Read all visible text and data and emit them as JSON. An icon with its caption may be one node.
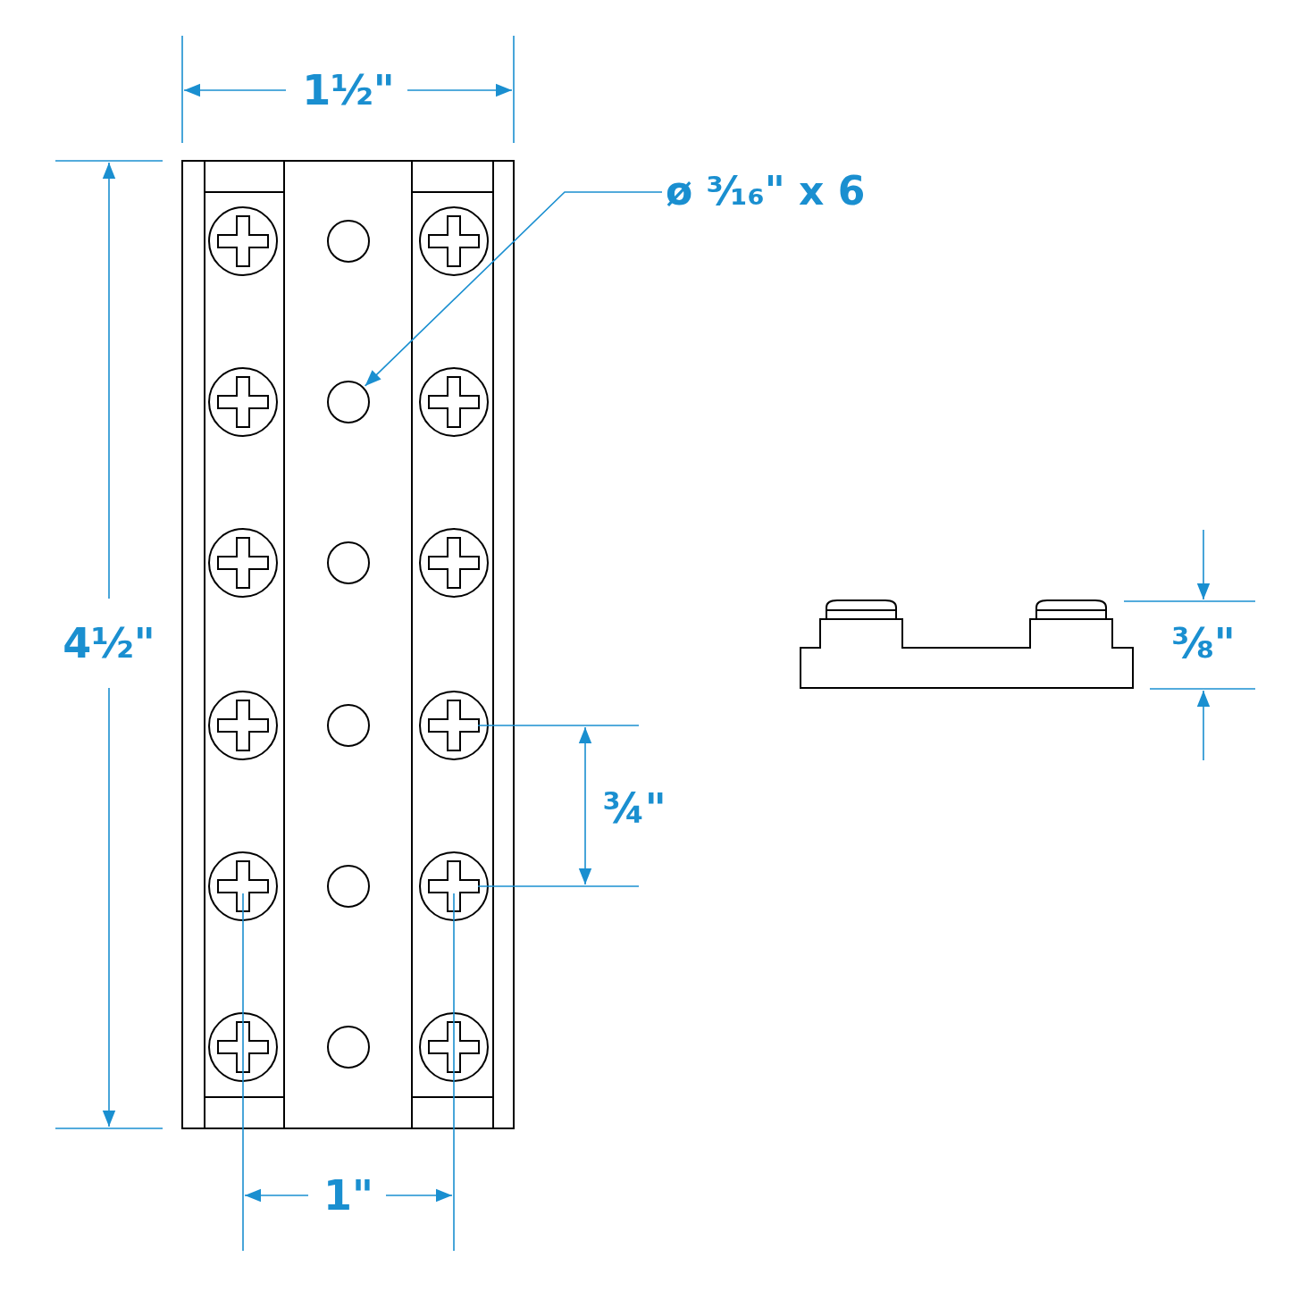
{
  "diagram": {
    "nodes": [
      {
        "text": [
          "ø ³⁄₁₆\" x 6"
        ]
      },
      {
        "text": [],
        "shape": "circle"
      }
    ],
    "edges": [
      {
        "from": 0,
        "to": 1,
        "arrow": "to"
      }
    ],
    "labels": [
      "1½\"",
      "4½\"",
      "⅜\"",
      "¾\"",
      "1\""
    ]
  }
}
